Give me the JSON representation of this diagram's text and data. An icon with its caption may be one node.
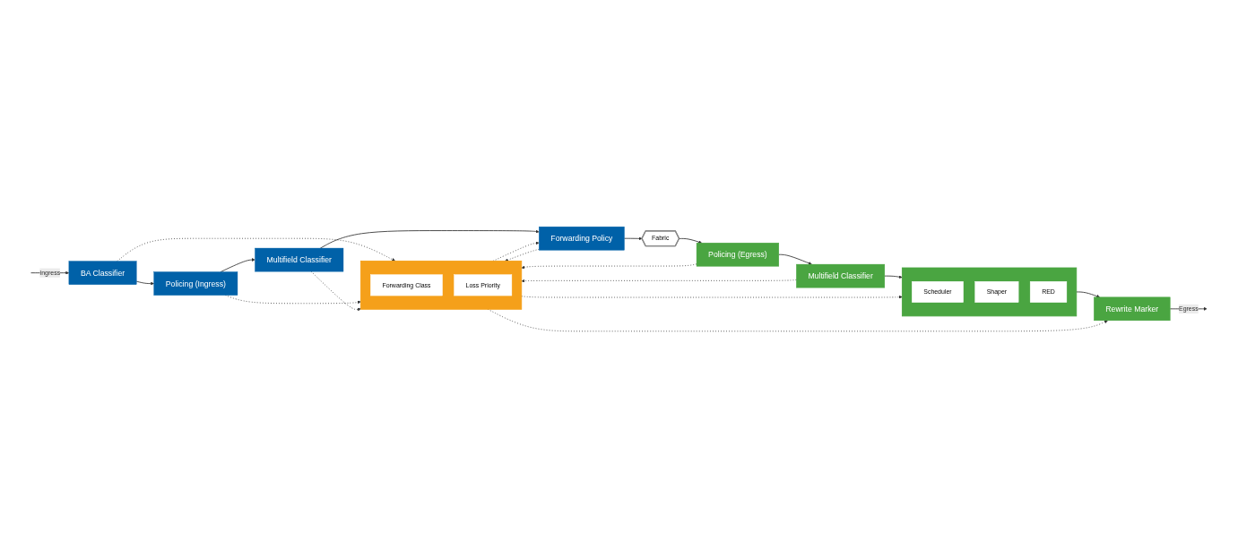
{
  "diagram": {
    "nodes": [
      {
        "text": [
          "BA Classifier"
        ]
      },
      {
        "text": [
          "Policing (Ingress)"
        ]
      },
      {
        "text": [
          "Multifield Classifier"
        ]
      },
      {
        "text": [
          "Forwarding Policy"
        ]
      },
      {
        "text": [],
        "shape": "box"
      },
      {
        "text": [
          "Forwarding Class"
        ],
        "in": 4
      },
      {
        "text": [
          "Loss Priority"
        ],
        "in": 4
      },
      {
        "text": [
          "Fabric"
        ]
      },
      {
        "text": [
          "Policing (Egress)"
        ]
      },
      {
        "text": [
          "Multifield Classifier"
        ]
      },
      {
        "text": [],
        "shape": "box"
      },
      {
        "text": [
          "Scheduler"
        ],
        "in": 10
      },
      {
        "text": [
          "Shaper"
        ],
        "in": 10
      },
      {
        "text": [
          "RED"
        ],
        "in": 10
      },
      {
        "text": [
          "Rewrite Marker"
        ]
      }
    ],
    "edges": [
      {
        "from": null,
        "to": 0,
        "arrow": "to",
        "label": "Ingress"
      },
      {
        "from": 0,
        "to": 1,
        "arrow": "to"
      },
      {
        "from": 1,
        "to": 2,
        "arrow": "to"
      },
      {
        "from": 2,
        "to": 3,
        "arrow": "to"
      },
      {
        "from": 3,
        "to": 7,
        "arrow": "to"
      },
      {
        "from": 7,
        "to": 8,
        "arrow": "to"
      },
      {
        "from": 8,
        "to": 9,
        "arrow": "to"
      },
      {
        "from": 9,
        "to": 10,
        "arrow": "to"
      },
      {
        "from": 10,
        "to": 14,
        "arrow": "to"
      },
      {
        "from": 14,
        "to": null,
        "arrow": "to",
        "label": "Egress"
      },
      {
        "from": 0,
        "to": 4,
        "arrow": "to",
        "style": "dashed"
      },
      {
        "from": 1,
        "to": 4,
        "arrow": "to",
        "style": "dashed"
      },
      {
        "from": 2,
        "to": 4,
        "arrow": "to",
        "style": "dashed"
      },
      {
        "from": 3,
        "to": 4,
        "arrow": "to",
        "style": "dashed"
      },
      {
        "from": 4,
        "to": 3,
        "arrow": "to",
        "style": "dashed"
      },
      {
        "from": 4,
        "to": 14,
        "arrow": "to",
        "style": "dashed"
      },
      {
        "from": 4,
        "to": 10,
        "arrow": "to",
        "style": "dashed"
      },
      {
        "from": 9,
        "to": 4,
        "arrow": "to",
        "style": "dashed"
      },
      {
        "from": 8,
        "to": 4,
        "arrow": "to",
        "style": "dashed"
      }
    ]
  }
}
